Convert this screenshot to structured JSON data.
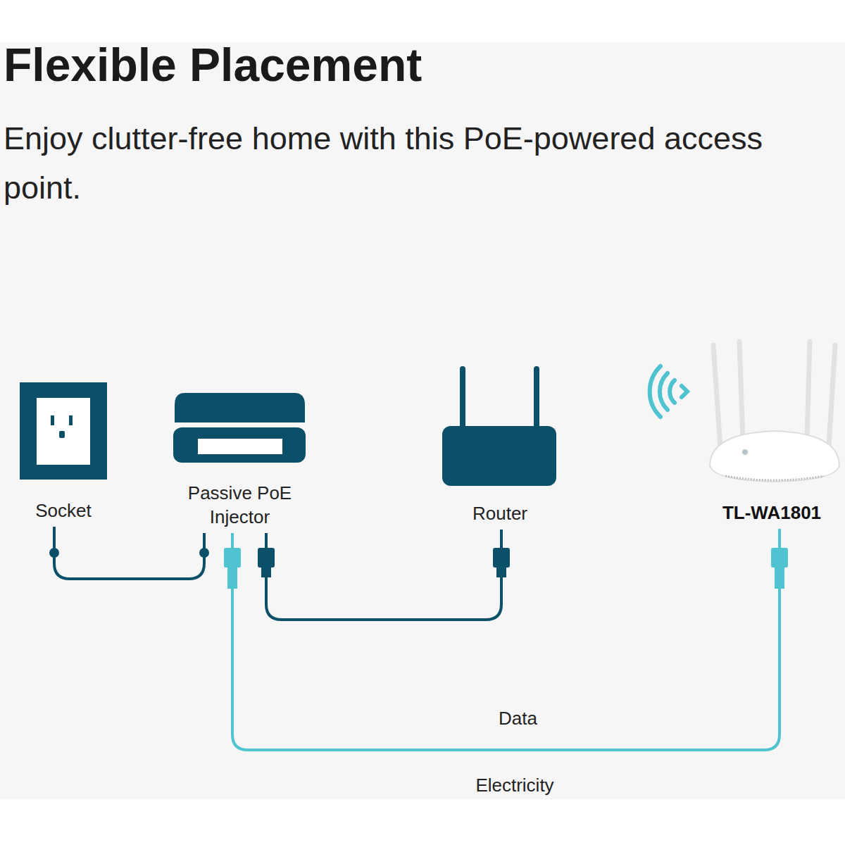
{
  "diagram": {
    "title": "Flexible Placement",
    "nodes": [
      {
        "text": [
          "Socket"
        ]
      },
      {
        "text": [
          "Passive PoE Injector"
        ]
      },
      {
        "text": [
          "Router"
        ]
      },
      {
        "text": [
          "TL-WA1801"
        ]
      }
    ],
    "edges": [
      {
        "from": 0,
        "to": 1,
        "arrow": "none"
      },
      {
        "from": 1,
        "to": 2,
        "arrow": "none"
      },
      {
        "from": 1,
        "to": 3,
        "label": "Data",
        "arrow": "none"
      }
    ],
    "labels": [
      "Enjoy clutter-free home with this PoE-powered access point.",
      "Electricity"
    ]
  }
}
